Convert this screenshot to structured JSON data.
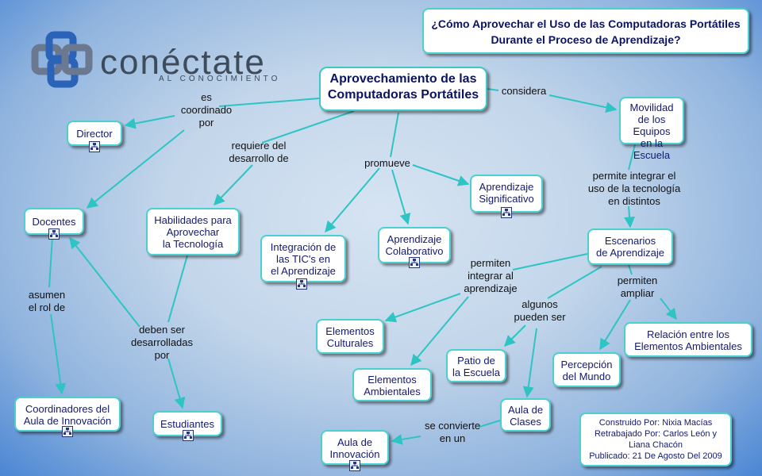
{
  "logo": {
    "word": "conéctate",
    "tagline": "AL CONOCIMIENTO"
  },
  "title": "¿Cómo Aprovechar el Uso de las Computadoras Portátiles\nDurante el Proceso de Aprendizaje?",
  "concepts": {
    "main": "Aprovechamiento de las\nComputadoras Portátiles",
    "movilidad": "Movilidad\nde los Equipos\nen la Escuela",
    "director": "Director",
    "docentes": "Docentes",
    "habilidades": "Habilidades para\nAprovechar\nla Tecnología",
    "integracion": "Integración de\nlas TIC's en\nel Aprendizaje",
    "colaborativo": "Aprendizaje\nColaborativo",
    "significativo": "Aprendizaje\nSignificativo",
    "escenarios": "Escenarios\nde Aprendizaje",
    "culturales": "Elementos\nCulturales",
    "ambientales": "Elementos\nAmbientales",
    "patio": "Patio de\nla Escuela",
    "percepcion": "Percepción\ndel Mundo",
    "relacion": "Relación entre los\nElementos Ambientales",
    "coordinadores": "Coordinadores del\nAula de Innovación",
    "estudiantes": "Estudiantes",
    "aula_clases": "Aula de\nClases",
    "aula_innovacion": "Aula de\nInnovación"
  },
  "links": {
    "considera": "considera",
    "coordinado": "es\ncoordinado\npor",
    "requiere": "requiere del\ndesarrollo de",
    "promueve": "promueve",
    "permite_integrar": "permite integrar el\nuso de la tecnología\nen distintos",
    "asumen": "asumen\nel rol de",
    "deben_ser": "deben ser\ndesarrolladas\npor",
    "permiten_integrar": "permiten\nintegrar al\naprendizaje",
    "algunos": "algunos\npueden ser",
    "permiten_ampliar": "permiten\nampliar",
    "se_convierte": "se convierte\nen un"
  },
  "credits": "Construido Por: Nixia Macías\nRetrabajado Por: Carlos León y\nLiana Chacón\nPublicado: 21 De Agosto Del 2009",
  "colors": {
    "edge": "#2fc4c4",
    "node_border": "#4ad0d0",
    "node_text": "#141a6e",
    "bg_edge": "#4a86d4"
  },
  "icon_name": "concept-map-resource-icon"
}
